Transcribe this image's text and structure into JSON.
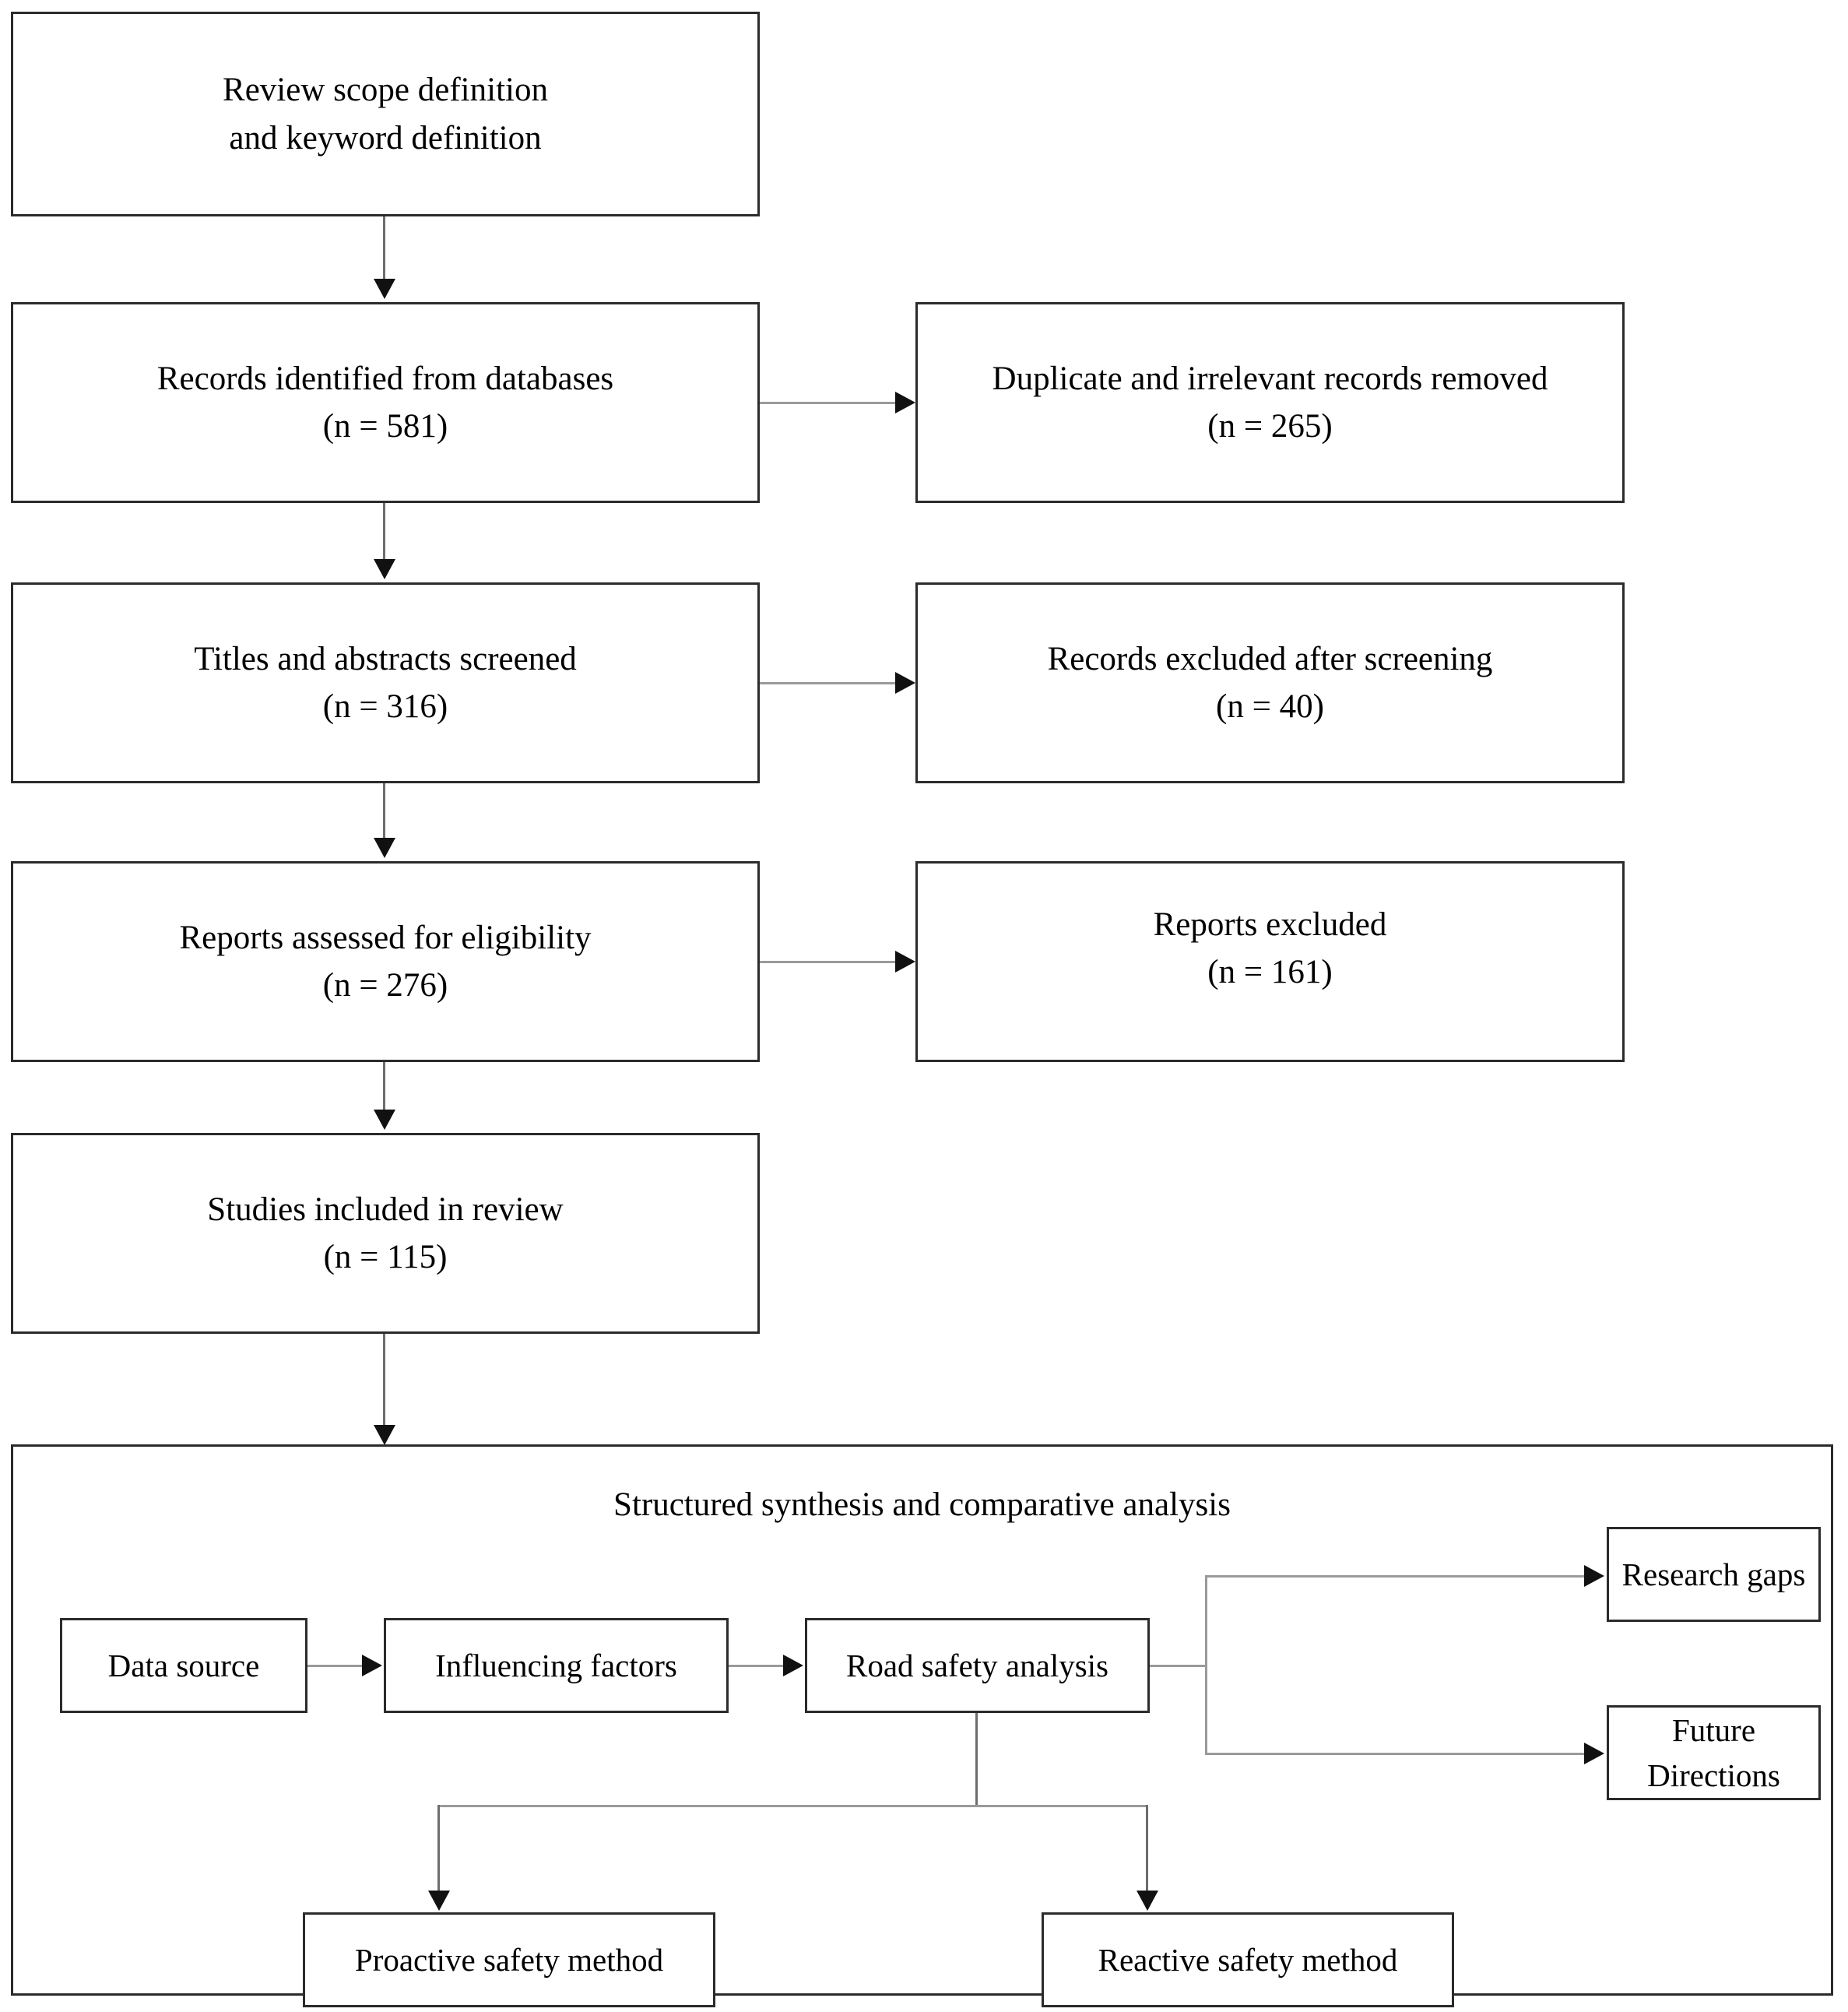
{
  "diagram": {
    "title_text": "Structured synthesis and comparative analysis",
    "colors": {
      "box_border": "#2b2b2b",
      "connector_line": "#9a9a9a",
      "arrow_head": "#111111",
      "background": "#ffffff",
      "text": "#000000"
    },
    "stages": [
      {
        "id": "review-scope",
        "line1": "Review scope definition",
        "line2": "and keyword definition"
      },
      {
        "id": "records-identified",
        "line1": "Records identified from databases",
        "line2": "(n = 581)"
      },
      {
        "id": "titles-abstracts-screened",
        "line1": "Titles and abstracts screened",
        "line2": "(n = 316)"
      },
      {
        "id": "reports-assessed",
        "line1": "Reports assessed for eligibility",
        "line2": "(n = 276)"
      },
      {
        "id": "studies-included",
        "line1": "Studies included in review",
        "line2": "(n = 115)"
      }
    ],
    "exclusions": [
      {
        "id": "duplicates-removed",
        "line1": "Duplicate and irrelevant records removed",
        "line2": "(n = 265)"
      },
      {
        "id": "records-excluded",
        "line1": "Records excluded after screening",
        "line2": "(n = 40)"
      },
      {
        "id": "reports-excluded",
        "line1": "Reports excluded",
        "line2": "(n = 161)"
      }
    ],
    "synthesis": {
      "chain": [
        {
          "id": "data-source",
          "label": "Data source"
        },
        {
          "id": "influencing-factors",
          "label": "Influencing factors"
        },
        {
          "id": "road-safety-analysis",
          "label": "Road safety analysis"
        }
      ],
      "outputs": [
        {
          "id": "research-gaps",
          "label": "Research gaps"
        },
        {
          "id": "future-directions",
          "label": "Future Directions"
        }
      ],
      "methods": [
        {
          "id": "proactive-safety-method",
          "label": "Proactive safety method"
        },
        {
          "id": "reactive-safety-method",
          "label": "Reactive safety method"
        }
      ]
    }
  }
}
